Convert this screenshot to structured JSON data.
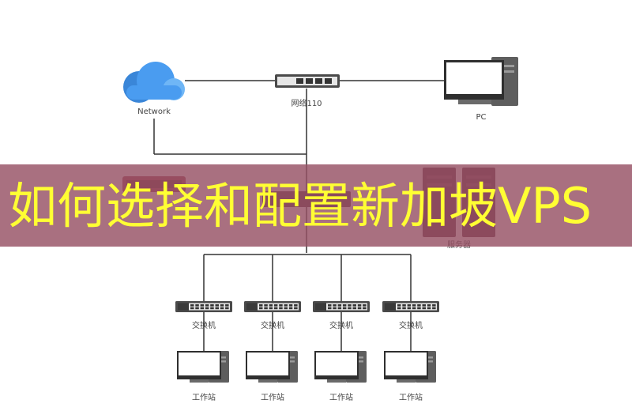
{
  "diagram": {
    "nodes": {
      "cloud": {
        "label": "Network",
        "icon": "cloud-icon"
      },
      "top_switch": {
        "label": "网络110",
        "icon": "switch-icon"
      },
      "pc": {
        "label": "PC",
        "icon": "desktop-computer-icon"
      },
      "router": {
        "label": "",
        "icon": "router-icon"
      },
      "core_switch": {
        "label": "",
        "icon": "switch-icon"
      },
      "server": {
        "label": "服务器",
        "icon": "server-rack-icon"
      },
      "access_switches": [
        {
          "label": "交换机",
          "icon": "switch-icon"
        },
        {
          "label": "交换机",
          "icon": "switch-icon"
        },
        {
          "label": "交换机",
          "icon": "switch-icon"
        },
        {
          "label": "交换机",
          "icon": "switch-icon"
        }
      ],
      "workstations": [
        {
          "label": "工作站",
          "icon": "desktop-computer-icon"
        },
        {
          "label": "工作站",
          "icon": "desktop-computer-icon"
        },
        {
          "label": "工作站",
          "icon": "desktop-computer-icon"
        },
        {
          "label": "工作站",
          "icon": "desktop-computer-icon"
        }
      ]
    }
  },
  "banner": {
    "text": "如何选择和配置新加坡VPS",
    "text_color": "#ffff33",
    "background_color": "#9a5064"
  },
  "colors": {
    "cloud": "#3d8fe0",
    "line": "#333333",
    "device_dark": "#555555"
  }
}
